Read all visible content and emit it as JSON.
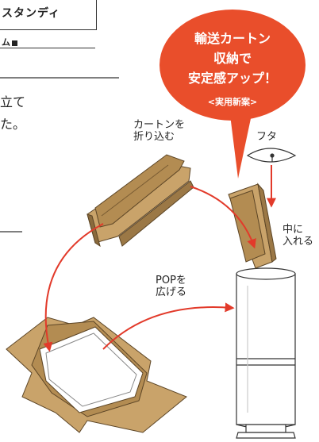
{
  "heading": {
    "title": "スタンディ",
    "subtitle": "ム"
  },
  "body_text": {
    "line1": "立て",
    "line2": "た。"
  },
  "badge": {
    "line1": "輸送カートン",
    "line2": "収納で",
    "line3": "安定感アップ！",
    "note": "<実用新案>",
    "color": "#e94e2b"
  },
  "labels": {
    "fold_carton_1": "カートンを",
    "fold_carton_2": "折り込む",
    "lid": "フタ",
    "insert_1": "中に",
    "insert_2": "入れる",
    "open_pop_1": "POPを",
    "open_pop_2": "広げる"
  },
  "colors": {
    "carton": "#c9a36a",
    "carton_dark": "#9b7846",
    "arrow": "#e23a2a"
  }
}
